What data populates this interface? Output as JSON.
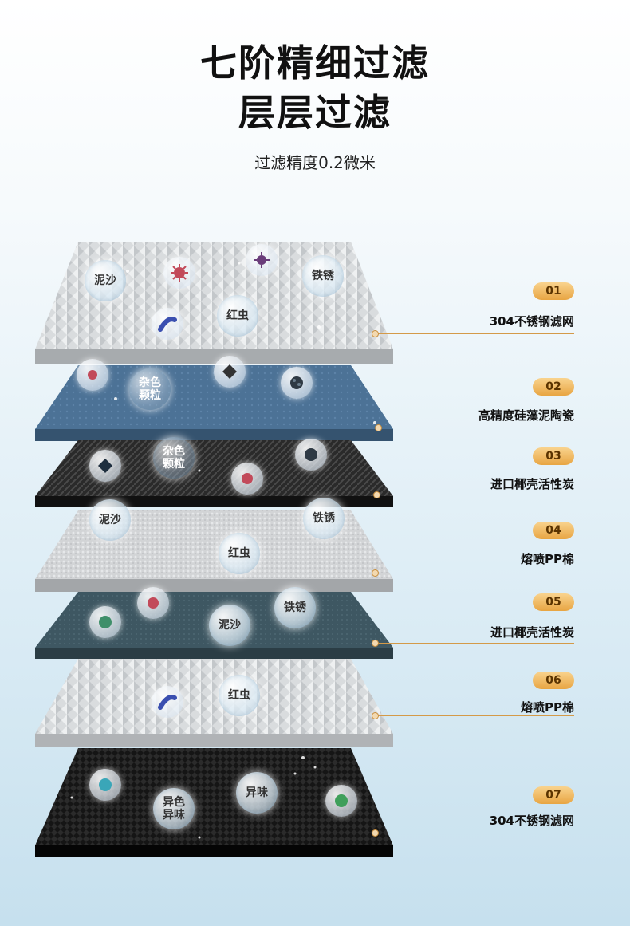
{
  "header": {
    "title_line1": "七阶精细过滤",
    "title_line2": "层层过滤",
    "subtitle": "过滤精度0.2微米"
  },
  "bubbles": {
    "mud_sand": "泥沙",
    "rust": "铁锈",
    "red_worm": "红虫",
    "impurity": "杂色\n颗粒",
    "odd_color_taste": "异色\n异味",
    "odd_taste": "异味"
  },
  "layers": [
    {
      "num": "01",
      "label": "304不锈钢滤网",
      "color": "#cfd3d6"
    },
    {
      "num": "02",
      "label": "高精度硅藻泥陶瓷",
      "color": "#4a6f93"
    },
    {
      "num": "03",
      "label": "进口椰壳活性炭",
      "color": "#2b2b2b"
    },
    {
      "num": "04",
      "label": "熔喷PP棉",
      "color": "#d4d6d8"
    },
    {
      "num": "05",
      "label": "进口椰壳活性炭",
      "color": "#3d5560"
    },
    {
      "num": "06",
      "label": "熔喷PP棉",
      "color": "#e2e4e6"
    },
    {
      "num": "07",
      "label": "304不锈钢滤网",
      "color": "#1a1a1a"
    }
  ],
  "colors": {
    "tag_fill": "#e8a542",
    "lead_line": "#d49a48"
  }
}
